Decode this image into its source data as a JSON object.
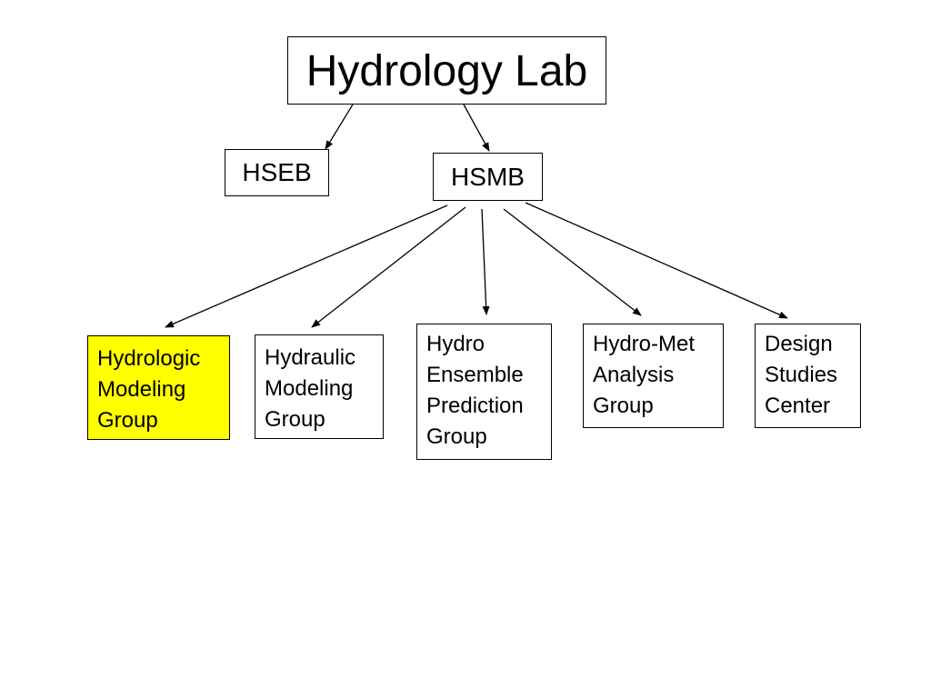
{
  "org_chart": {
    "root": {
      "label": "Hydrology Lab",
      "branches": [
        {
          "label": "HSEB"
        },
        {
          "label": "HSMB",
          "groups": [
            {
              "label": "Hydrologic\nModeling\nGroup",
              "highlight_color": "#ffff00"
            },
            {
              "label": "Hydraulic\nModeling\nGroup"
            },
            {
              "label": "Hydro\nEnsemble\nPrediction\nGroup"
            },
            {
              "label": "Hydro-Met\nAnalysis\nGroup"
            },
            {
              "label": "Design\nStudies\nCenter"
            }
          ]
        }
      ]
    },
    "colors": {
      "highlight": "#ffff00",
      "line": "#000000",
      "background": "#ffffff"
    }
  }
}
